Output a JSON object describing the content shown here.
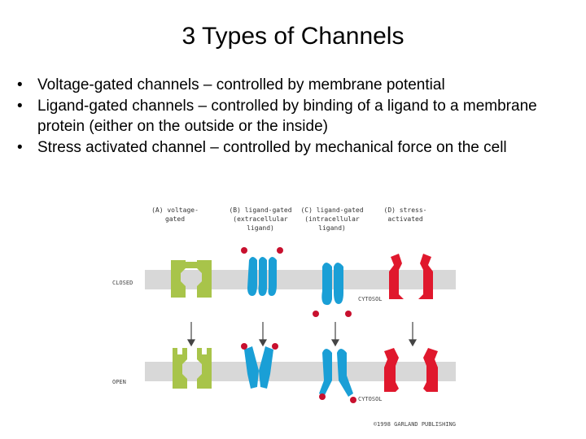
{
  "slide": {
    "title": "3 Types of Channels",
    "bullets": [
      "Voltage-gated channels – controlled by membrane potential",
      "Ligand-gated channels – controlled by binding of a ligand to a membrane protein (either on the outside or the inside)",
      "Stress activated channel – controlled by mechanical force on the cell"
    ],
    "bullet_glyph": "•"
  },
  "figure": {
    "columns": [
      {
        "line1": "(A) voltage-",
        "line2": "gated",
        "line3": ""
      },
      {
        "line1": "(B) ligand-gated",
        "line2": "(extracellular",
        "line3": "ligand)"
      },
      {
        "line1": "(C) ligand-gated",
        "line2": "(intracellular",
        "line3": "ligand)"
      },
      {
        "line1": "(D) stress-",
        "line2": "activated",
        "line3": ""
      }
    ],
    "state_closed": "CLOSED",
    "state_open": "OPEN",
    "cytosol_label": "CYTOSOL",
    "credit": "©1998 GARLAND PUBLISHING",
    "colors": {
      "voltage": "#a8c44a",
      "ligand": "#1a9fd6",
      "stress": "#e0182d",
      "ligand_dot": "#c8102e",
      "membrane": "#d8d8d8"
    }
  }
}
